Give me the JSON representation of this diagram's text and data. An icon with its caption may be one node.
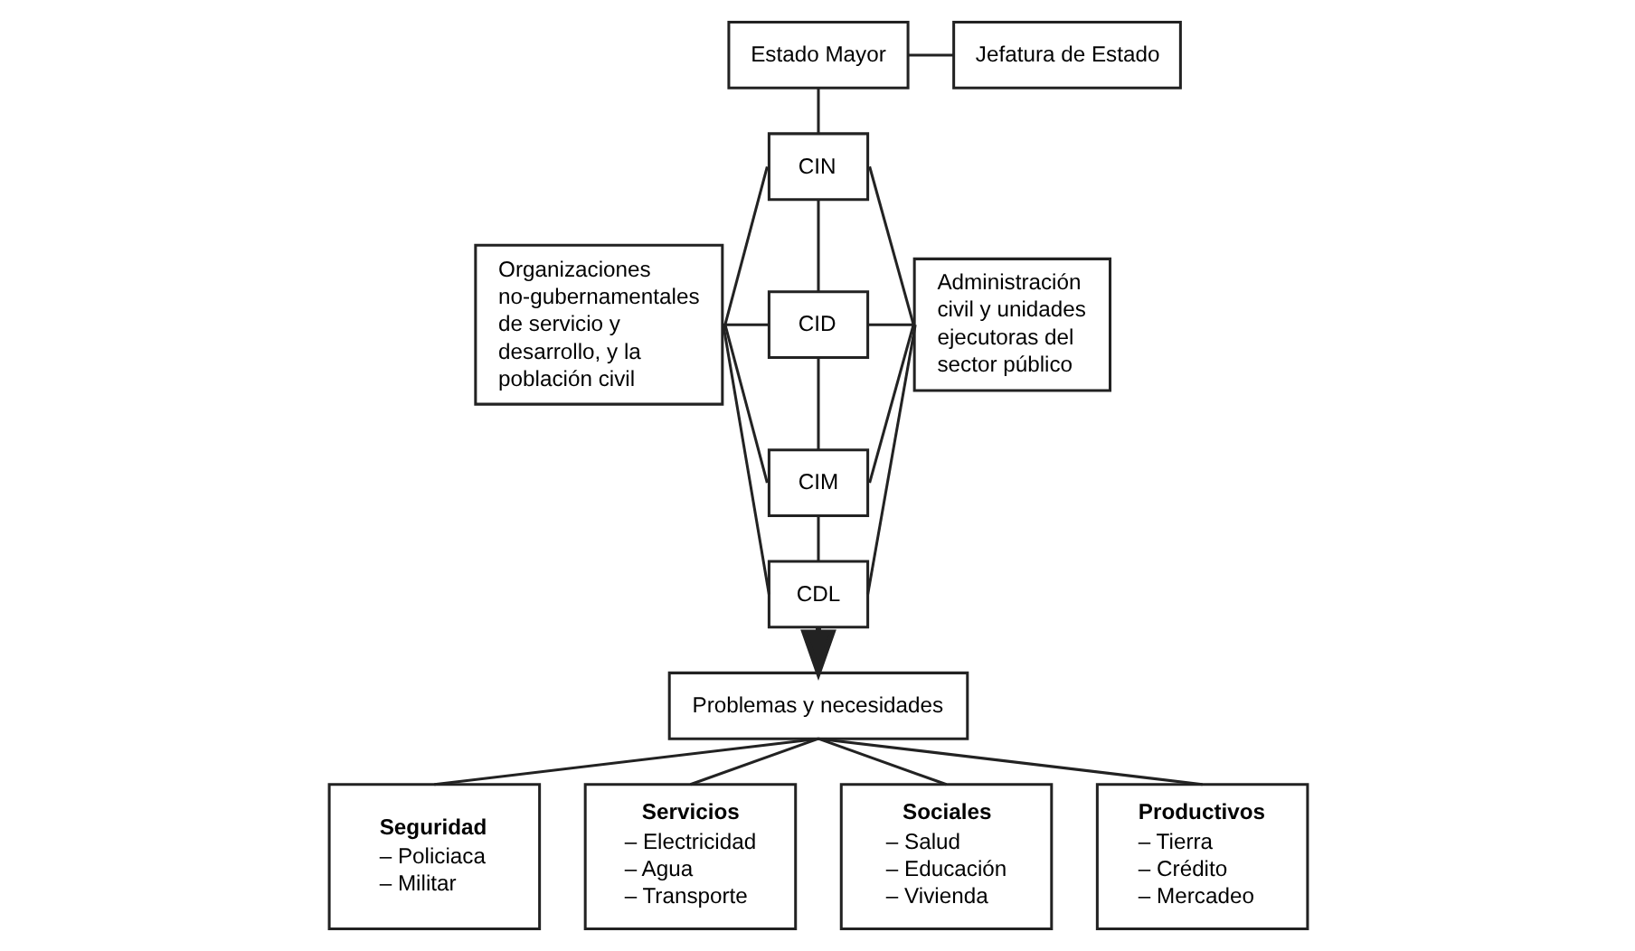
{
  "diagram": {
    "nodes": [
      {
        "text": [
          "Estado Mayor"
        ]
      },
      {
        "text": [
          "Jefatura de Estado"
        ]
      },
      {
        "text": [
          "CIN"
        ]
      },
      {
        "text": [
          "CID"
        ]
      },
      {
        "text": [
          "CIM"
        ]
      },
      {
        "text": [
          "CDL"
        ]
      },
      {
        "text": [
          "Organizaciones no-gubernamentales de servicio y desarrollo, y la población civil"
        ]
      },
      {
        "text": [
          "Administración civil y unidades ejecutoras del sector público"
        ]
      },
      {
        "text": [
          "Problemas y necesidades"
        ]
      },
      {
        "text": [
          "Seguridad",
          "– Policiaca",
          "– Militar"
        ]
      },
      {
        "text": [
          "Servicios",
          "– Electricidad",
          "– Agua",
          "– Transporte"
        ]
      },
      {
        "text": [
          "Sociales",
          "– Salud",
          "– Educación",
          "– Vivienda"
        ]
      },
      {
        "text": [
          "Productivos",
          "– Tierra",
          "– Crédito",
          "– Mercadeo"
        ]
      }
    ],
    "edges": [
      {
        "from": 0,
        "to": 1,
        "arrow": "none"
      },
      {
        "from": 0,
        "to": 2,
        "arrow": "none"
      },
      {
        "from": 2,
        "to": 3,
        "arrow": "none"
      },
      {
        "from": 3,
        "to": 4,
        "arrow": "none"
      },
      {
        "from": 4,
        "to": 5,
        "arrow": "none"
      },
      {
        "from": 2,
        "to": 6,
        "arrow": "none"
      },
      {
        "from": 3,
        "to": 6,
        "arrow": "none"
      },
      {
        "from": 4,
        "to": 6,
        "arrow": "none"
      },
      {
        "from": 5,
        "to": 6,
        "arrow": "none"
      },
      {
        "from": 2,
        "to": 7,
        "arrow": "none"
      },
      {
        "from": 3,
        "to": 7,
        "arrow": "none"
      },
      {
        "from": 4,
        "to": 7,
        "arrow": "none"
      },
      {
        "from": 5,
        "to": 7,
        "arrow": "none"
      },
      {
        "from": 5,
        "to": 8,
        "arrow": "to",
        "style": "thick"
      },
      {
        "from": 8,
        "to": 9,
        "arrow": "none"
      },
      {
        "from": 8,
        "to": 10,
        "arrow": "none"
      },
      {
        "from": 8,
        "to": 11,
        "arrow": "none"
      },
      {
        "from": 8,
        "to": 12,
        "arrow": "none"
      }
    ]
  }
}
